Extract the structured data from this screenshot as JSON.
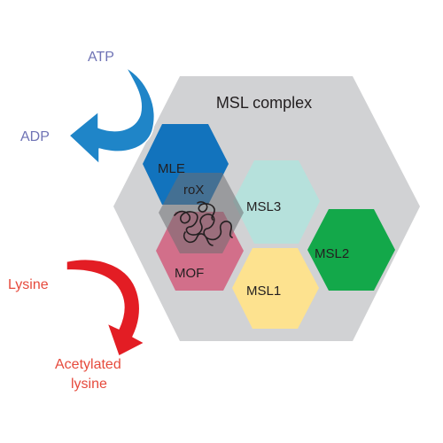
{
  "complex": {
    "title": "MSL complex"
  },
  "subunits": {
    "mle": "MLE",
    "rox": "roX",
    "mof": "MOF",
    "msl1": "MSL1",
    "msl2": "MSL2",
    "msl3": "MSL3"
  },
  "reactions": {
    "atp": {
      "substrate": "ATP",
      "product": "ADP"
    },
    "acetylation": {
      "substrate": "Lysine",
      "product_line1": "Acetylated",
      "product_line2": "lysine"
    }
  },
  "colors": {
    "complex_fill": "#d1d2d4",
    "mle": "#1273bd",
    "mof": "#d26f8a",
    "rox": "#8a8b8e",
    "msl1": "#fde28f",
    "msl2": "#13a84a",
    "msl3": "#b6e1dc",
    "atp_arrow": "#1f85c8",
    "lysine_arrow": "#e31d24",
    "atp_text": "#6f73b5",
    "lysine_text": "#e64a3c"
  }
}
